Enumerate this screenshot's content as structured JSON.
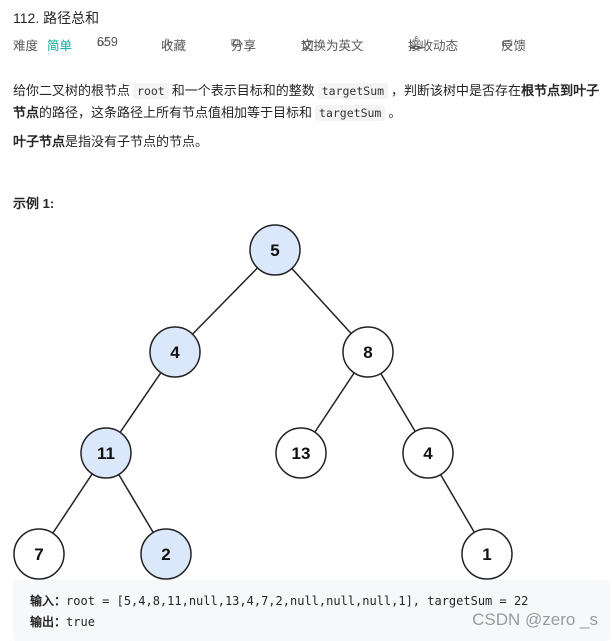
{
  "title": "112. 路径总和",
  "meta": {
    "difficulty_label": "难度",
    "difficulty_value": "简单",
    "likes": "659",
    "favorite": "收藏",
    "share": "分享",
    "switch_lang": "切换为英文",
    "notify": "接收动态",
    "feedback": "反馈"
  },
  "description": {
    "p1_a": "给你二叉树的根节点",
    "code_root": "root",
    "p1_b": "和一个表示目标和的整数",
    "code_target": "targetSum",
    "p1_c": "，判断该树中是否存在",
    "p1_bold": "根节点到叶子节点",
    "p1_d": "的路径，这条路径上所有节点值相加等于目标和",
    "code_target2": "targetSum",
    "p1_e": "。",
    "p2_bold": "叶子节点",
    "p2_rest": "是指没有子节点的节点。"
  },
  "example": {
    "title": "示例 1:",
    "input_label": "输入：",
    "input_value": "root = [5,4,8,11,null,13,4,7,2,null,null,null,1], targetSum = 22",
    "output_label": "输出：",
    "output_value": "true"
  },
  "tree": {
    "nodes": [
      "5",
      "4",
      "8",
      "11",
      "13",
      "4",
      "7",
      "2",
      "1"
    ],
    "highlight_color": "#dbe8fb",
    "normal_color": "#ffffff"
  },
  "watermark": "CSDN @zero _s"
}
